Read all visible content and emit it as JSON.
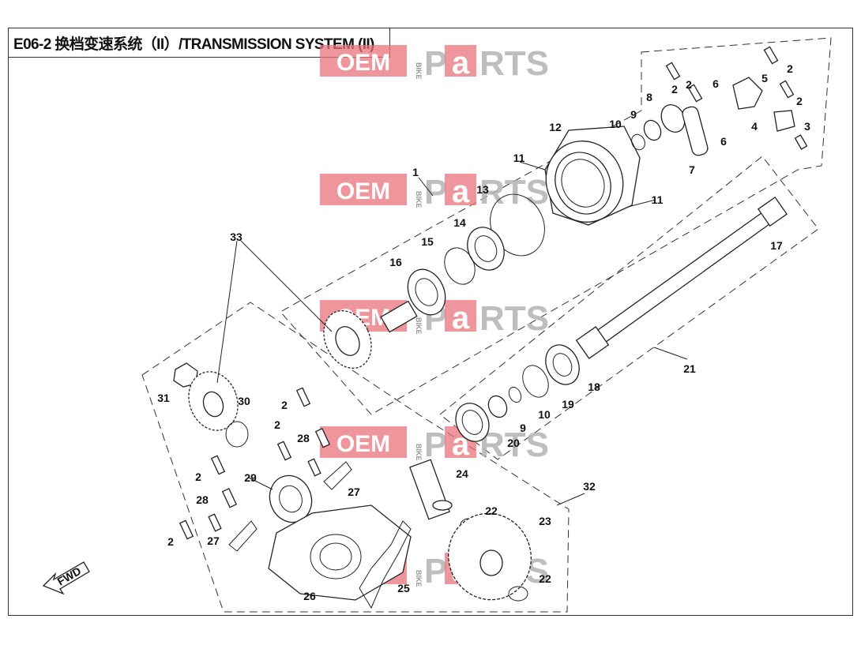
{
  "header": {
    "title": "E06-2 换档变速系统（II）/TRANSMISSION SYSTEM (II)"
  },
  "watermark": {
    "oem": "OEM",
    "bike": "BIKE",
    "parts_p": "P",
    "parts_a": "a",
    "parts_rest": "RTS",
    "color_red": "#e8737a",
    "color_gray": "#b3b3b3"
  },
  "fwd_label": "FWD",
  "callouts": [
    "1",
    "2",
    "2",
    "2",
    "2",
    "3",
    "4",
    "5",
    "6",
    "6",
    "7",
    "8",
    "9",
    "10",
    "11",
    "11",
    "12",
    "13",
    "14",
    "15",
    "16",
    "17",
    "18",
    "19",
    "10",
    "9",
    "20",
    "21",
    "33",
    "31",
    "30",
    "2",
    "2",
    "28",
    "2",
    "29",
    "28",
    "27",
    "27",
    "2",
    "26",
    "25",
    "24",
    "22",
    "23",
    "22",
    "32"
  ]
}
